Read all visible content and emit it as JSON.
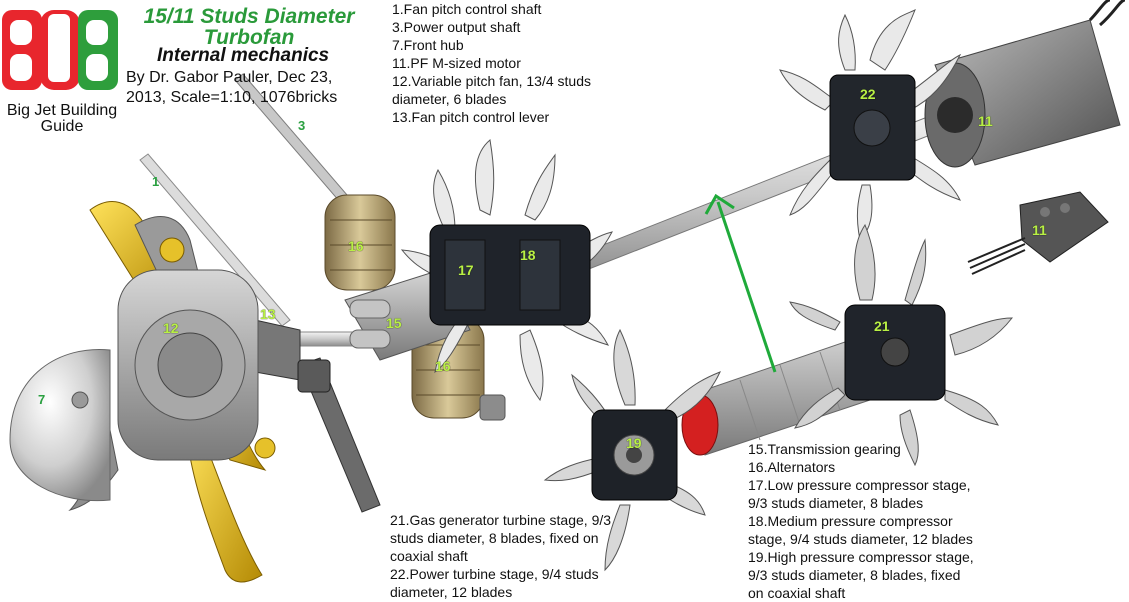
{
  "header": {
    "title_line1": "15/11 Studs Diameter",
    "title_line2": "Turbofan",
    "subtitle": "Internal mechanics",
    "byline_1": "By Dr. Gabor Pauler, Dec 23,",
    "byline_2": "2013, Scale=1:10, 1076bricks"
  },
  "logo": {
    "letters": "BJB",
    "caption_1": "Big Jet Building",
    "caption_2": "Guide",
    "colors": {
      "red": "#e8262d",
      "green": "#2e9e3c"
    }
  },
  "legend_top": [
    "1.Fan pitch control shaft",
    "3.Power output shaft",
    "7.Front hub",
    "11.PF M-sized motor",
    "12.Variable pitch fan, 13/4 studs",
    "diameter, 6 blades",
    "13.Fan pitch control lever"
  ],
  "legend_bottom_left": [
    "21.Gas generator turbine stage, 9/3",
    "studs diameter, 8 blades, fixed on",
    "coaxial shaft",
    "22.Power turbine stage, 9/4 studs",
    "diameter, 12 blades"
  ],
  "legend_bottom_right": [
    "15.Transmission gearing",
    "16.Alternators",
    "17.Low pressure compressor stage,",
    "9/3 studs diameter, 8 blades",
    "18.Medium pressure compressor",
    "stage, 9/4 studs diameter, 12 blades",
    "19.High pressure compressor stage,",
    "9/3 studs diameter, 8 blades, fixed",
    "on coaxial shaft"
  ],
  "part_labels": {
    "p1": "1",
    "p3": "3",
    "p7": "7",
    "p11a": "11",
    "p11b": "11",
    "p12": "12",
    "p13": "13",
    "p15": "15",
    "p16a": "16",
    "p16b": "16",
    "p17": "17",
    "p18": "18",
    "p19": "19",
    "p21": "21",
    "p22": "22"
  },
  "colors": {
    "title_green": "#2a9a3a",
    "label_green": "#b9f045",
    "arrow": "#1faa3a"
  }
}
